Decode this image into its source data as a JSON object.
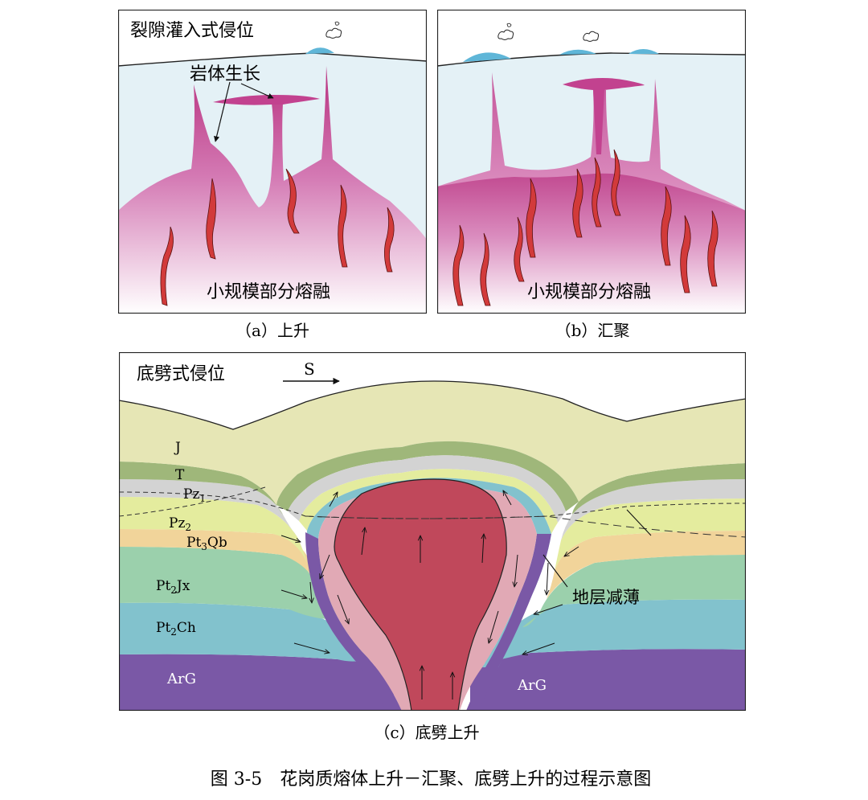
{
  "panel_a": {
    "title": "裂隙灌入式侵位",
    "growth_label": "岩体生长",
    "melt_label": "小规模部分熔融",
    "caption": "（a）上升"
  },
  "panel_b": {
    "melt_label": "小规模部分熔融",
    "caption": "（b）汇聚"
  },
  "panel_c": {
    "title": "底劈式侵位",
    "direction_label": "S",
    "layers": {
      "J": "J",
      "T": "T",
      "Pz1_main": "Pz",
      "Pz1_sub": "1",
      "Pz2_main": "Pz",
      "Pz2_sub": "2",
      "Pt3Qb_pre": "Pt",
      "Pt3Qb_sub": "3",
      "Pt3Qb_post": "Qb",
      "Pt2Jx_pre": "Pt",
      "Pt2Jx_sub": "2",
      "Pt2Jx_post": "Jx",
      "Pt2Ch_pre": "Pt",
      "Pt2Ch_sub": "2",
      "Pt2Ch_post": "Ch",
      "ArG_left": "ArG",
      "ArG_right": "ArG"
    },
    "thinning_label": "地层减薄",
    "caption": "（c）底劈上升"
  },
  "figure_caption": "图 3-5　花岗质熔体上升－汇聚、底劈上升的过程示意图",
  "colors": {
    "sky": "#ffffff",
    "crust": "#e4f1f6",
    "magenta": "#c2428f",
    "dyke_red": "#d23a3a",
    "water": "#5fb6d8",
    "J": "#e6e6b5",
    "T": "#9fb77a",
    "Pz1": "#d3d3d3",
    "Pz2": "#e4ec9e",
    "Pt3Qb": "#f1d49a",
    "Pt2Jx": "#9bd0ac",
    "Pt2Ch": "#82c2cd",
    "ArG": "#7a58a6",
    "core": "#c0485b",
    "rim": "#e1a9b5"
  }
}
